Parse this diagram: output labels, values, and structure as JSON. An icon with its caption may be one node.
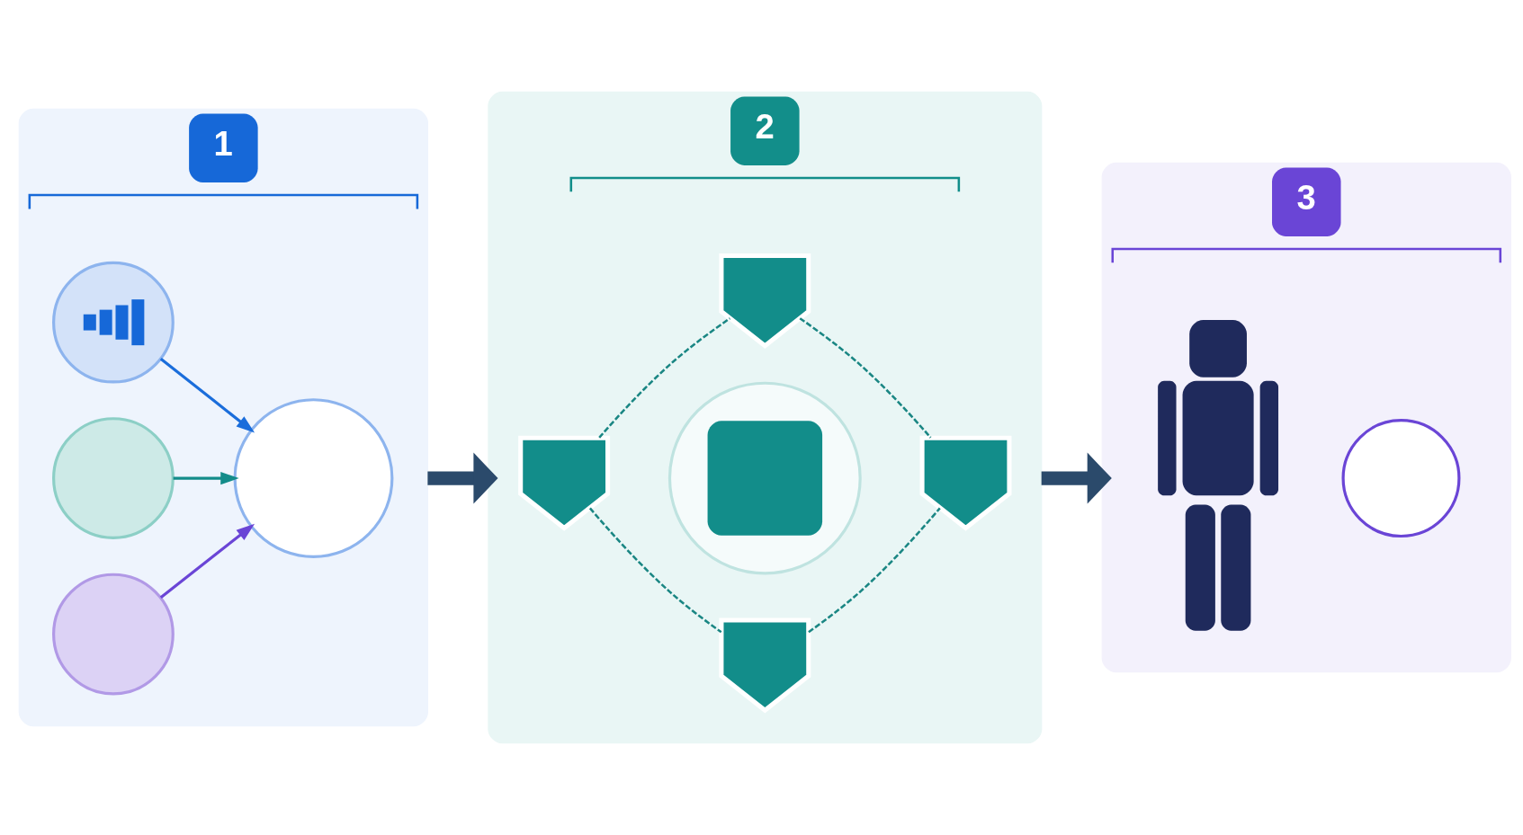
{
  "diagram": {
    "nodes": [
      {
        "text": [
          "1"
        ]
      },
      {
        "text": [],
        "shape": "circle",
        "in": 0
      },
      {
        "text": [],
        "shape": "circle",
        "in": 0
      },
      {
        "text": [],
        "shape": "circle",
        "in": 0
      },
      {
        "text": [],
        "shape": "circle",
        "in": 0
      },
      {
        "text": [
          "2"
        ]
      },
      {
        "text": [],
        "shape": "shield",
        "in": 5
      },
      {
        "text": [],
        "shape": "shield",
        "in": 5
      },
      {
        "text": [],
        "shape": "circle",
        "in": 5
      },
      {
        "text": [],
        "shape": "shield",
        "in": 5
      },
      {
        "text": [],
        "shape": "shield",
        "in": 5
      },
      {
        "text": [
          "3"
        ]
      },
      {
        "text": [],
        "shape": "person",
        "in": 11
      },
      {
        "text": [],
        "shape": "circle",
        "in": 11
      }
    ],
    "edges": [
      {
        "from": 1,
        "to": 4,
        "arrow": "to",
        "color": "#1a6ddb"
      },
      {
        "from": 2,
        "to": 4,
        "arrow": "to",
        "color": "#138c8a"
      },
      {
        "from": 3,
        "to": 4,
        "arrow": "to",
        "color": "#6a45d6"
      },
      {
        "from": 0,
        "to": 5,
        "arrow": "to",
        "style": "thick",
        "color": "#2b4a6b"
      },
      {
        "from": 7,
        "to": 6,
        "arrow": "none",
        "style": "dashed",
        "color": "#1a8683"
      },
      {
        "from": 6,
        "to": 9,
        "arrow": "none",
        "style": "dashed",
        "color": "#1a8683"
      },
      {
        "from": 7,
        "to": 10,
        "arrow": "none",
        "style": "dashed",
        "color": "#1a8683"
      },
      {
        "from": 10,
        "to": 9,
        "arrow": "none",
        "style": "dashed",
        "color": "#1a8683"
      },
      {
        "from": 5,
        "to": 11,
        "arrow": "to",
        "style": "thick",
        "color": "#2b4a6b"
      }
    ]
  }
}
